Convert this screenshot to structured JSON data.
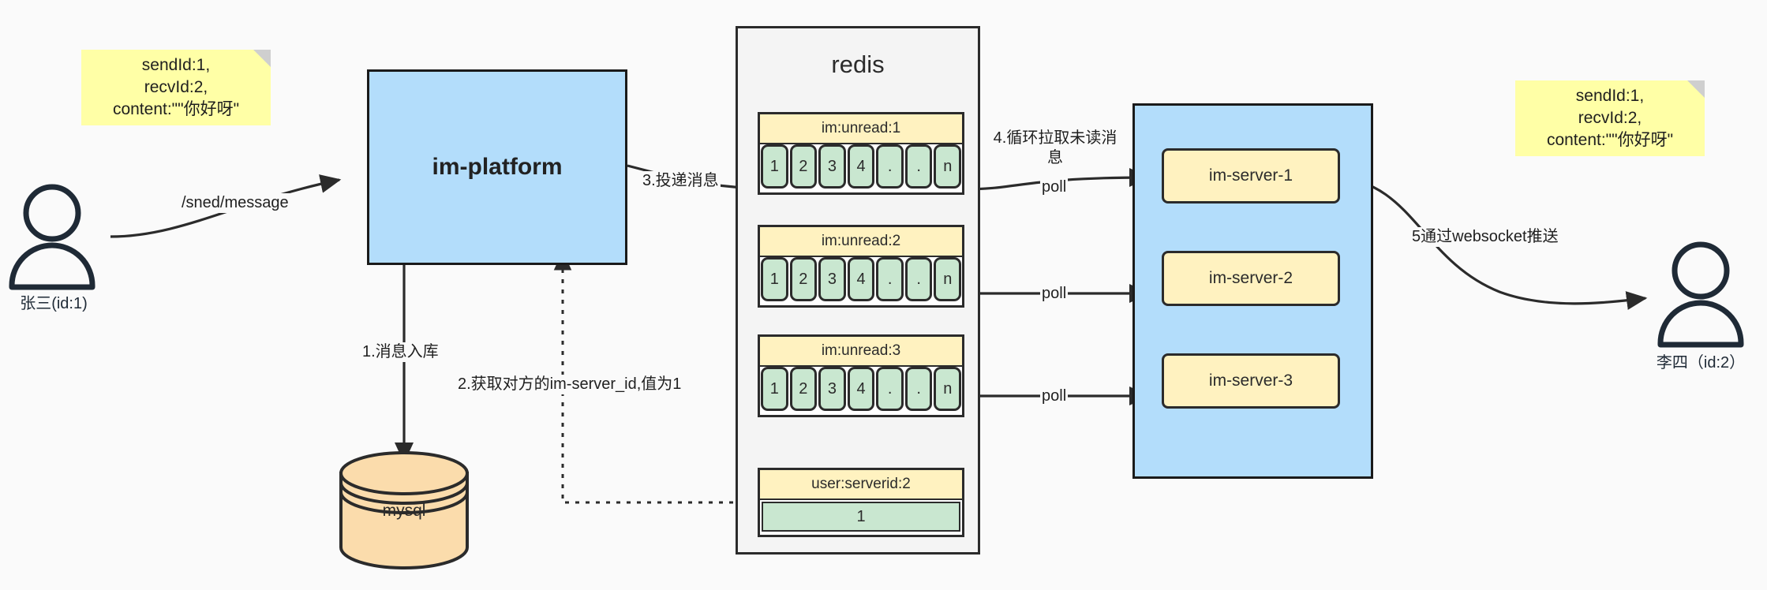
{
  "diagram": {
    "title": "IM message delivery architecture",
    "colors": {
      "background": "#fafafa",
      "blue_fill": "#b3ddfb",
      "yellow_fill": "#fff2c0",
      "green_fill": "#c9e7d0",
      "note_fill": "#ffffa6",
      "orange_fill": "#fbdcac",
      "stroke": "#2b2b2b"
    }
  },
  "notes": {
    "left": "sendId:1,\nrecvId:2,\ncontent:\"\"你好呀\"",
    "right": "sendId:1,\nrecvId:2,\ncontent:\"\"你好呀\""
  },
  "actors": {
    "sender": {
      "caption": "张三(id:1)"
    },
    "receiver": {
      "caption": "李四（id:2）"
    }
  },
  "platform": {
    "label": "im-platform"
  },
  "database": {
    "label": "mysql"
  },
  "redis": {
    "title": "redis",
    "keys": [
      {
        "name": "im:unread:1",
        "cells": [
          "1",
          "2",
          "3",
          "4",
          ".",
          ".",
          "n"
        ]
      },
      {
        "name": "im:unread:2",
        "cells": [
          "1",
          "2",
          "3",
          "4",
          ".",
          ".",
          "n"
        ]
      },
      {
        "name": "im:unread:3",
        "cells": [
          "1",
          "2",
          "3",
          "4",
          ".",
          ".",
          "n"
        ]
      }
    ],
    "kv": {
      "name": "user:serverid:2",
      "value": "1"
    }
  },
  "servers": {
    "items": [
      {
        "label": "im-server-1"
      },
      {
        "label": "im-server-2"
      },
      {
        "label": "im-server-3"
      }
    ]
  },
  "edges": {
    "send_message": "/sned/message",
    "step1": "1.消息入库",
    "step2": "2.获取对方的im-server_id,值为1",
    "step3": "3.投递消息",
    "step4": "4.循环拉取未读消\n息",
    "poll1": "poll",
    "poll2": "poll",
    "poll3": "poll",
    "step5": "5通过websocket推送"
  }
}
